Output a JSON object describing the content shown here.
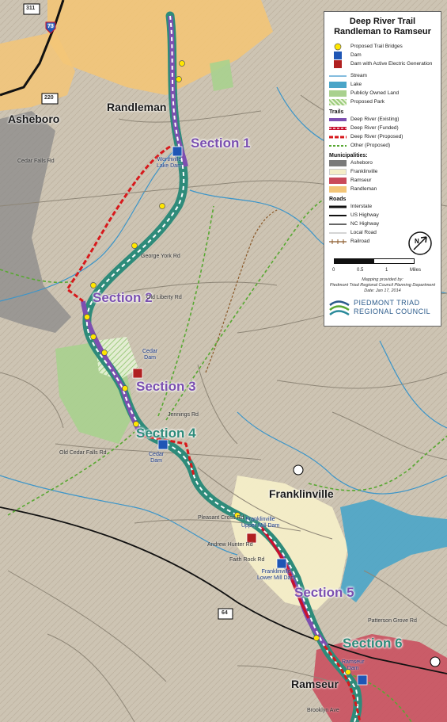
{
  "map": {
    "title_line1": "Deep River Trail",
    "title_line2": "Randleman to Ramseur",
    "towns": {
      "asheboro": "Asheboro",
      "randleman": "Randleman",
      "franklinville": "Franklinville",
      "ramseur": "Ramseur"
    },
    "sections": {
      "s1": "Section 1",
      "s2": "Section 2",
      "s3": "Section 3",
      "s4": "Section 4",
      "s5": "Section 5",
      "s6": "Section 6"
    },
    "dams": {
      "worthville": "Worthville\nLake Dam",
      "coleridge": "Cedar\nDam",
      "cedar_falls": "Cedar\nDam",
      "franklinville_upper": "Franklinville\nUpper Mill Dam",
      "franklinville_lower": "Franklinville\nLower Mill Dam",
      "ramseur": "Ramseur\nDam"
    },
    "roads": {
      "old_liberty": "Old Liberty Rd",
      "old_cedar_falls": "Old Cedar Falls Rd",
      "jennings": "Jennings Rd",
      "pleasant_cross": "Pleasant Cross Rd",
      "andrew_hunter": "Andrew Hunter Rd",
      "faith_rock": "Faith Rock Rd",
      "brooklyn": "Brooklyn Ave",
      "patterson_grove": "Patterson Grove Rd",
      "cedar_falls_rd": "Cedar Falls Rd",
      "george_york": "George York Rd",
      "us64": "64",
      "us311": "311",
      "us220": "220",
      "i73": "73"
    },
    "legend": {
      "proposed_bridges": "Proposed Trail Bridges",
      "dam": "Dam",
      "dam_active": "Dam with Active Electric Generation",
      "stream": "Stream",
      "lake": "Lake",
      "public_land": "Publicly Owned Land",
      "proposed_park": "Proposed Park",
      "trails_header": "Trails",
      "dr_existing": "Deep River (Existing)",
      "dr_funded": "Deep River (Funded)",
      "dr_proposed": "Deep River (Proposed)",
      "other_proposed": "Other (Proposed)",
      "muni_header": "Municipalities:",
      "m_asheboro": "Asheboro",
      "m_franklinville": "Franklinville",
      "m_ramseur": "Ramseur",
      "m_randleman": "Randleman",
      "roads_header": "Roads",
      "interstate": "Interstate",
      "us_highway": "US Highway",
      "nc_highway": "NC Highway",
      "local_road": "Local Road",
      "railroad": "Railroad",
      "scale_0": "0",
      "scale_05": "0.5",
      "scale_1": "1",
      "scale_unit": "Miles",
      "credit_line1": "Mapping provided by:",
      "credit_line2": "Piedmont Triad Regional Council Planning Department",
      "credit_line3": "Date: Jan 17, 2014",
      "org_line1": "PIEDMONT TRIAD",
      "org_line2": "REGIONAL COUNCIL"
    },
    "colors": {
      "existing": "#7d4fb0",
      "funded": "#c8102e",
      "proposed": "#d7191c",
      "other": "#58a832",
      "buffer": "#2e8b7a",
      "stream": "#3b95c9",
      "lake": "#4aa5c8",
      "public_land": "#a9d18e",
      "asheboro": "#7a7a7a",
      "franklinville": "#f4eec8",
      "ramseur": "#c94a5a",
      "randleman": "#f3c577"
    }
  }
}
